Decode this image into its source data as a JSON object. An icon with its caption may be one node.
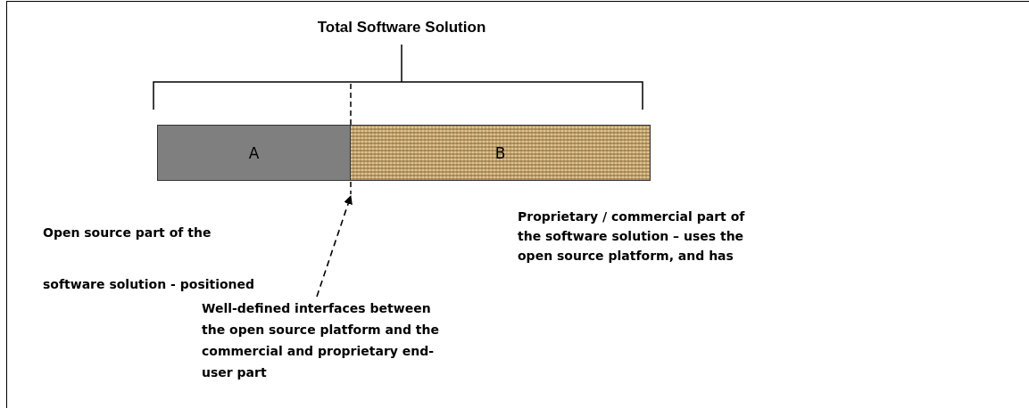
{
  "diagram": {
    "title": "Total Software Solution",
    "nodes": [
      {
        "text": [
          "A"
        ]
      },
      {
        "text": [
          "B"
        ]
      },
      {
        "text": [
          "Well-defined interfaces between the open source platform and the commercial and proprietary end-user part"
        ]
      },
      {
        "text": [],
        "shape": "line"
      }
    ],
    "edges": [
      {
        "from": 2,
        "to": 3,
        "arrow": "to",
        "style": "dashed"
      }
    ],
    "labels": [
      "Open source part of the software solution - positioned",
      "Proprietary / commercial part of the software solution – uses the open source platform, and has"
    ]
  }
}
